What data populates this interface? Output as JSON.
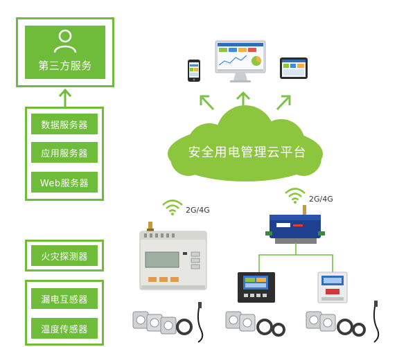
{
  "third_party": {
    "label": "第三方服务"
  },
  "servers": {
    "items": [
      {
        "label": "数据服务器"
      },
      {
        "label": "应用服务器"
      },
      {
        "label": "Web服务器"
      }
    ]
  },
  "fire_detector": {
    "label": "火灾探测器"
  },
  "sensors": {
    "items": [
      {
        "label": "漏电互感器"
      },
      {
        "label": "温度传感器"
      }
    ]
  },
  "cloud": {
    "label": "安全用电管理云平台"
  },
  "network": {
    "left_label": "2G/4G",
    "right_label": "2G/4G"
  },
  "colors": {
    "accent": "#6fbb3a",
    "accent_light": "#8cc63f",
    "arrow": "#7cc243"
  }
}
